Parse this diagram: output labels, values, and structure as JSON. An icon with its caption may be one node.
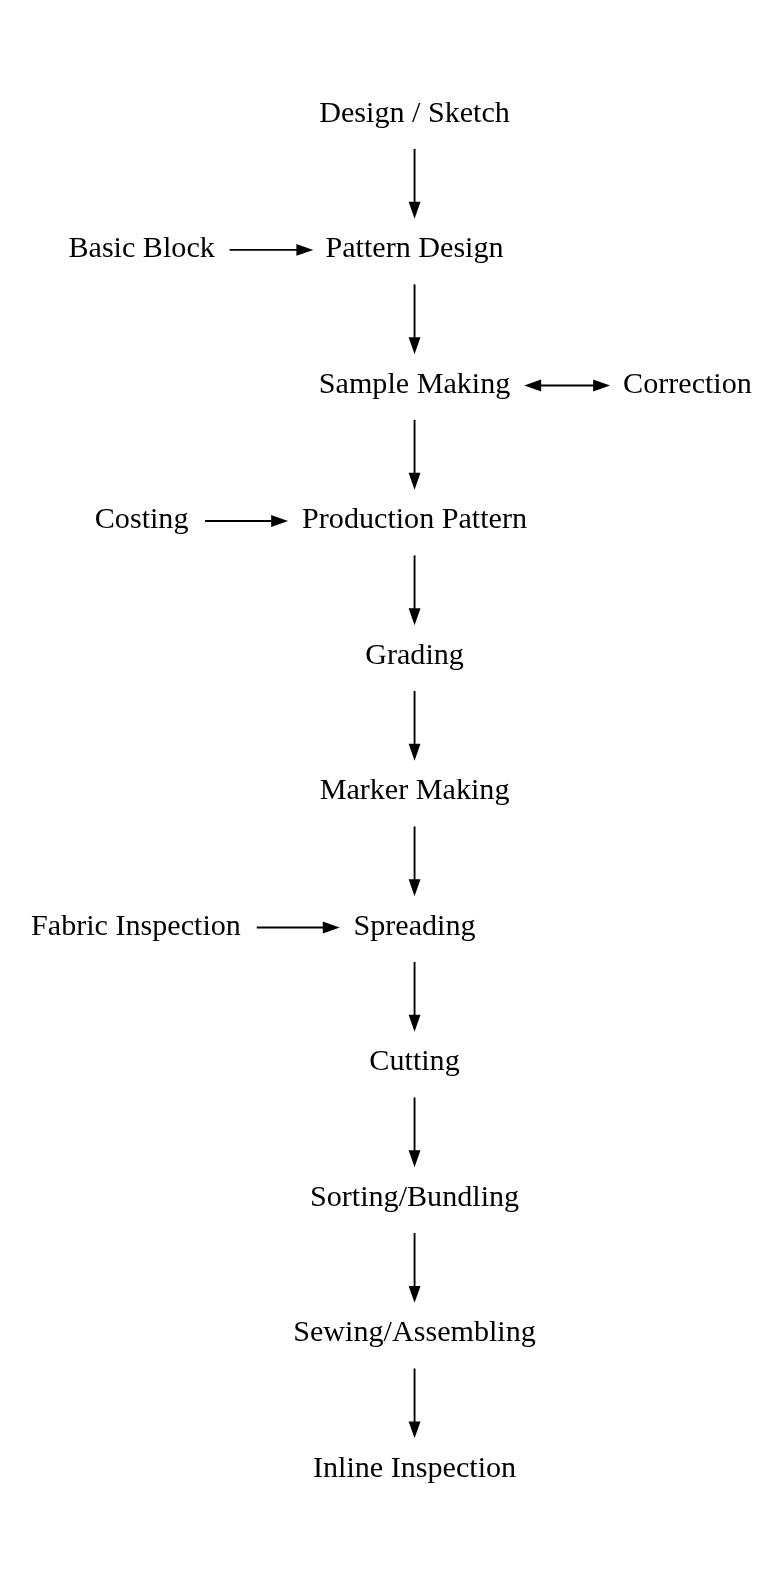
{
  "diagram": {
    "nodes": [
      {
        "text": [
          "Design / Sketch"
        ]
      },
      {
        "text": [
          "Basic Block"
        ]
      },
      {
        "text": [
          "Pattern Design"
        ]
      },
      {
        "text": [
          "Sample Making"
        ]
      },
      {
        "text": [
          "Correction"
        ]
      },
      {
        "text": [
          "Costing"
        ]
      },
      {
        "text": [
          "Production Pattern"
        ]
      },
      {
        "text": [
          "Grading"
        ]
      },
      {
        "text": [
          "Marker Making"
        ]
      },
      {
        "text": [
          "Fabric Inspection"
        ]
      },
      {
        "text": [
          "Spreading"
        ]
      },
      {
        "text": [
          "Cutting"
        ]
      },
      {
        "text": [
          "Sorting/Bundling"
        ]
      },
      {
        "text": [
          "Sewing/Assembling"
        ]
      },
      {
        "text": [
          "Inline Inspection"
        ]
      }
    ],
    "edges": [
      {
        "from": 0,
        "to": 2,
        "arrow": "to"
      },
      {
        "from": 1,
        "to": 2,
        "arrow": "to"
      },
      {
        "from": 2,
        "to": 3,
        "arrow": "to"
      },
      {
        "from": 3,
        "to": 4,
        "arrow": "both"
      },
      {
        "from": 3,
        "to": 6,
        "arrow": "to"
      },
      {
        "from": 5,
        "to": 6,
        "arrow": "to"
      },
      {
        "from": 6,
        "to": 7,
        "arrow": "to"
      },
      {
        "from": 7,
        "to": 8,
        "arrow": "to"
      },
      {
        "from": 8,
        "to": 10,
        "arrow": "to"
      },
      {
        "from": 9,
        "to": 10,
        "arrow": "to"
      },
      {
        "from": 10,
        "to": 11,
        "arrow": "to"
      },
      {
        "from": 11,
        "to": 12,
        "arrow": "to"
      },
      {
        "from": 12,
        "to": 13,
        "arrow": "to"
      },
      {
        "from": 13,
        "to": 14,
        "arrow": "to"
      }
    ]
  }
}
